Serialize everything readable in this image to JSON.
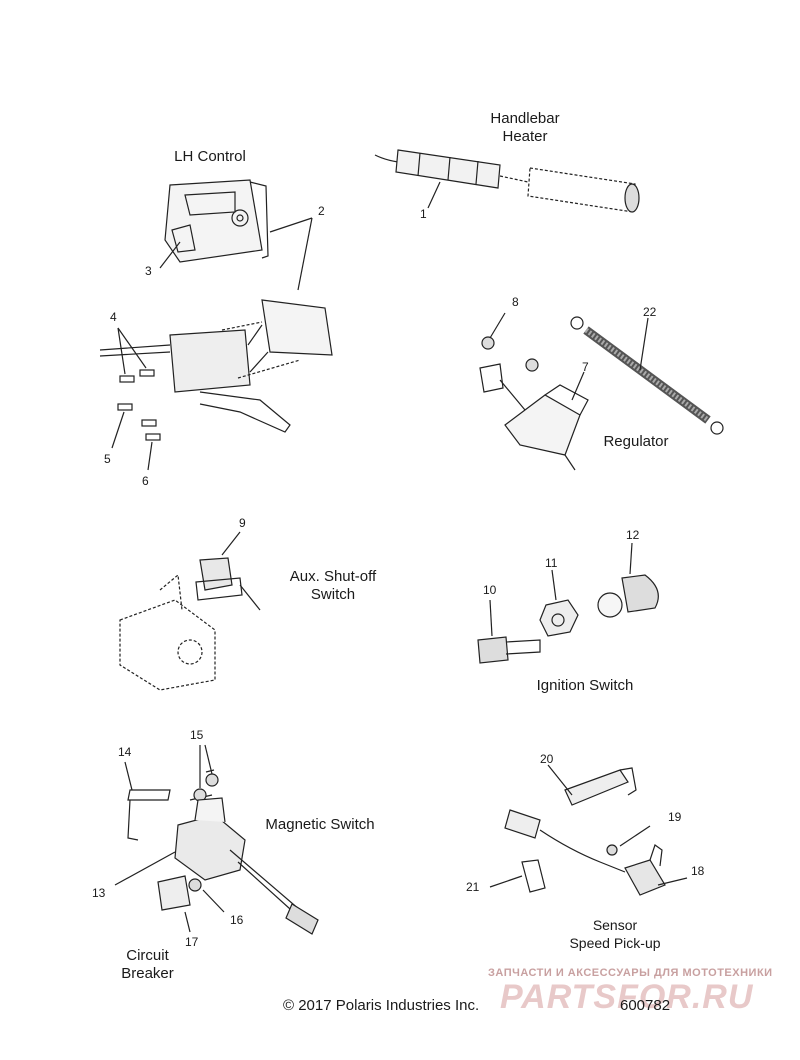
{
  "sections": {
    "handlebar_heater": "Handlebar\nHeater",
    "lh_control": "LH Control",
    "regulator": "Regulator",
    "aux_shutoff": "Aux. Shut-off\nSwitch",
    "ignition_switch": "Ignition Switch",
    "magnetic_switch": "Magnetic Switch",
    "circuit_breaker": "Circuit\nBreaker",
    "sensor": "Sensor\nSpeed Pick-up"
  },
  "callouts": {
    "n1": "1",
    "n2": "2",
    "n3": "3",
    "n4": "4",
    "n5": "5",
    "n6": "6",
    "n7": "7",
    "n8": "8",
    "n9": "9",
    "n10": "10",
    "n11": "11",
    "n12": "12",
    "n13": "13",
    "n14": "14",
    "n15": "15",
    "n16": "16",
    "n17": "17",
    "n18": "18",
    "n19": "19",
    "n20": "20",
    "n21": "21",
    "n22": "22"
  },
  "footer": {
    "copyright": "© 2017 Polaris Industries Inc.",
    "figure_number": "600782"
  },
  "watermark": {
    "tagline": "ЗАПЧАСТИ И АКСЕССУАРЫ ДЛЯ МОТОТЕХНИКИ",
    "logo": "PARTSFOR.RU"
  }
}
